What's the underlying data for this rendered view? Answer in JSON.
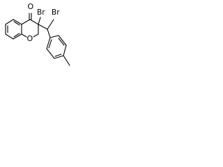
{
  "molecule": {
    "atoms": {
      "carbonyl_oxygen": "O",
      "ring_oxygen": "O",
      "bromine_ring": "Br",
      "bromine_side": "Br"
    }
  },
  "colors": {
    "bond": "#000000",
    "background": "#ffffff"
  }
}
